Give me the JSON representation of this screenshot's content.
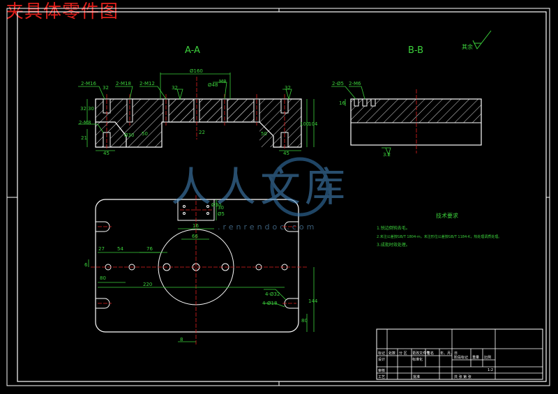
{
  "document_title": "夹具体零件图",
  "views": {
    "section_a": "A-A",
    "section_b": "B-B"
  },
  "roughness_note": "其余",
  "dimensions": {
    "a_top": [
      "2-M16",
      "32",
      "2-M18",
      "2-M12",
      "32",
      "Ø160",
      "Ø48",
      "M8",
      "32"
    ],
    "a_sides": [
      "32",
      "30",
      "2-M8",
      "21",
      "45",
      "50",
      "Ø30",
      "22",
      "50",
      "100",
      "104",
      "45"
    ],
    "b_sides": [
      "2-Ø5",
      "2-M6",
      "16",
      "3.2"
    ],
    "plan": [
      "27",
      "54",
      "76",
      "Ø30",
      "30",
      "Ø5",
      "16",
      "66",
      "6",
      "80",
      "220",
      "4-Ø32",
      "4-Ø18",
      "144",
      "80",
      "8"
    ]
  },
  "watermark": {
    "brand": "人人文库",
    "url": ".renrendoc.com"
  },
  "tech_requirements": {
    "title": "技术要求",
    "items": [
      "1.锐边倒钝去毛。",
      "2.未注公差按GB/T 1804-m，未注形位公差按GB/T 1184-K，热处理调质处理。",
      "3.成批时效处理。"
    ]
  },
  "title_block": {
    "rows": [
      [
        "标记",
        "处数",
        "分 区",
        "更改文件号",
        "签名",
        "年、月、日"
      ],
      [
        "设计",
        "",
        "标准化",
        ""
      ],
      [
        "审核",
        "",
        ""
      ],
      [
        "工艺",
        "",
        "批准"
      ]
    ],
    "stage": "阶段标记",
    "weight": "重量",
    "scale": "比例",
    "scale_value": "1:2",
    "sheet": "共 张 第 张"
  },
  "colors": {
    "outline": "#ffffff",
    "dimension": "#3cd23c",
    "hatch": "#e8e8e8",
    "center": "#e02020",
    "title": "#e0201c"
  }
}
